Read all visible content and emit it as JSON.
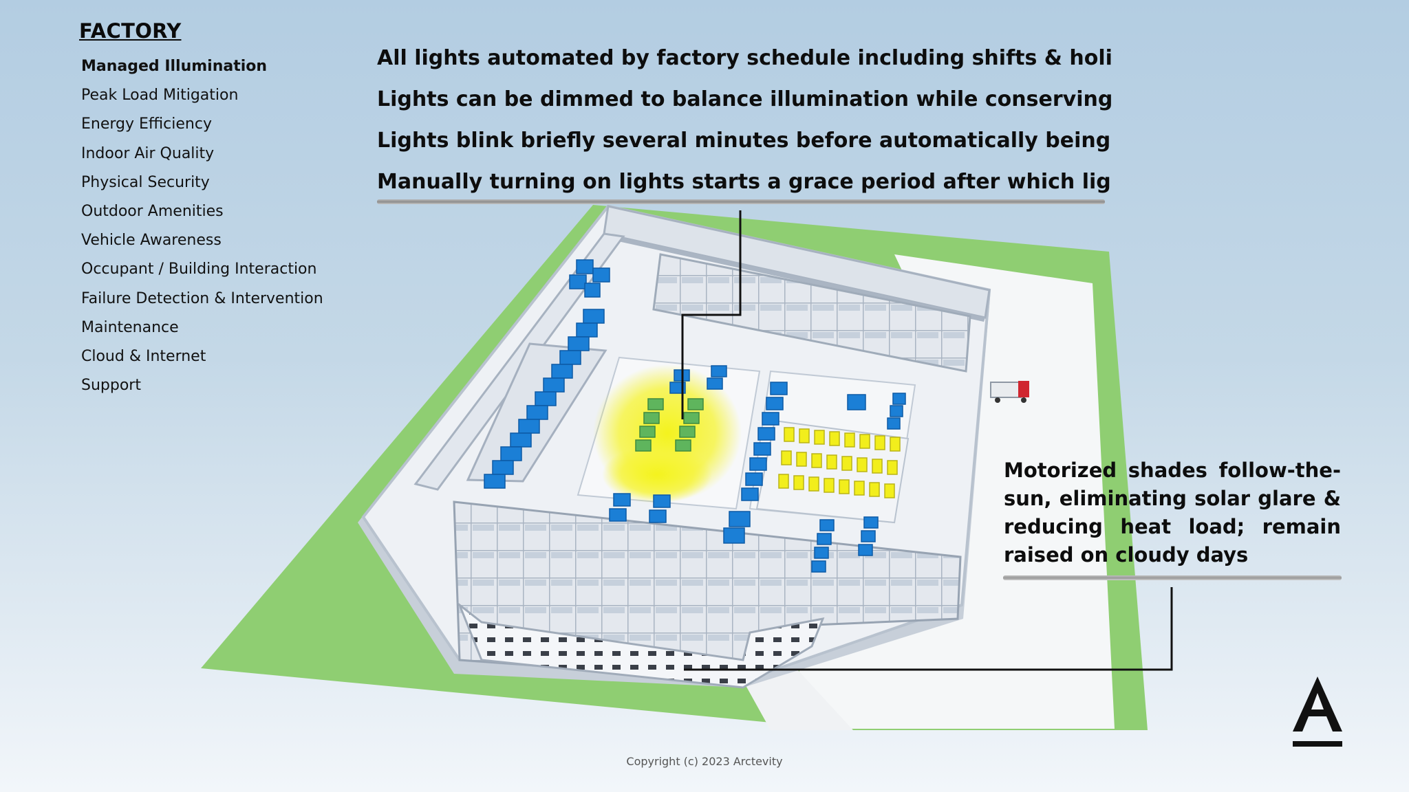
{
  "nav": {
    "title": "FACTORY",
    "items": [
      {
        "label": "Managed Illumination",
        "active": true
      },
      {
        "label": "Peak Load Mitigation",
        "active": false
      },
      {
        "label": "Energy Efficiency",
        "active": false
      },
      {
        "label": "Indoor Air Quality",
        "active": false
      },
      {
        "label": "Physical Security",
        "active": false
      },
      {
        "label": "Outdoor Amenities",
        "active": false
      },
      {
        "label": "Vehicle Awareness",
        "active": false
      },
      {
        "label": "Occupant / Building Interaction",
        "active": false
      },
      {
        "label": "Failure Detection & Intervention",
        "active": false
      },
      {
        "label": "Maintenance",
        "active": false
      },
      {
        "label": "Cloud & Internet",
        "active": false
      },
      {
        "label": "Support",
        "active": false
      }
    ]
  },
  "headlines": [
    "All lights automated by factory schedule including shifts & holidays",
    "Lights can be dimmed to balance illumination while conserving electricity",
    "Lights blink briefly several minutes before automatically being turned off",
    "Manually turning on lights starts a grace period after which lights go out"
  ],
  "side_callout": "Motorized shades follow-the-sun, eliminating solar glare & reducing heat load; remain raised on cloudy days",
  "footer": {
    "copyright": "Copyright (c) 2023 Arctevity",
    "logo_letter": "A"
  },
  "colors": {
    "lawn": "#8fce72",
    "building": "#eef1f5",
    "machine_blue": "#1b7fd6",
    "machine_yellow": "#f2ee1c",
    "highlight_glow": "#f4f31e",
    "truck_red": "#d0262f"
  }
}
